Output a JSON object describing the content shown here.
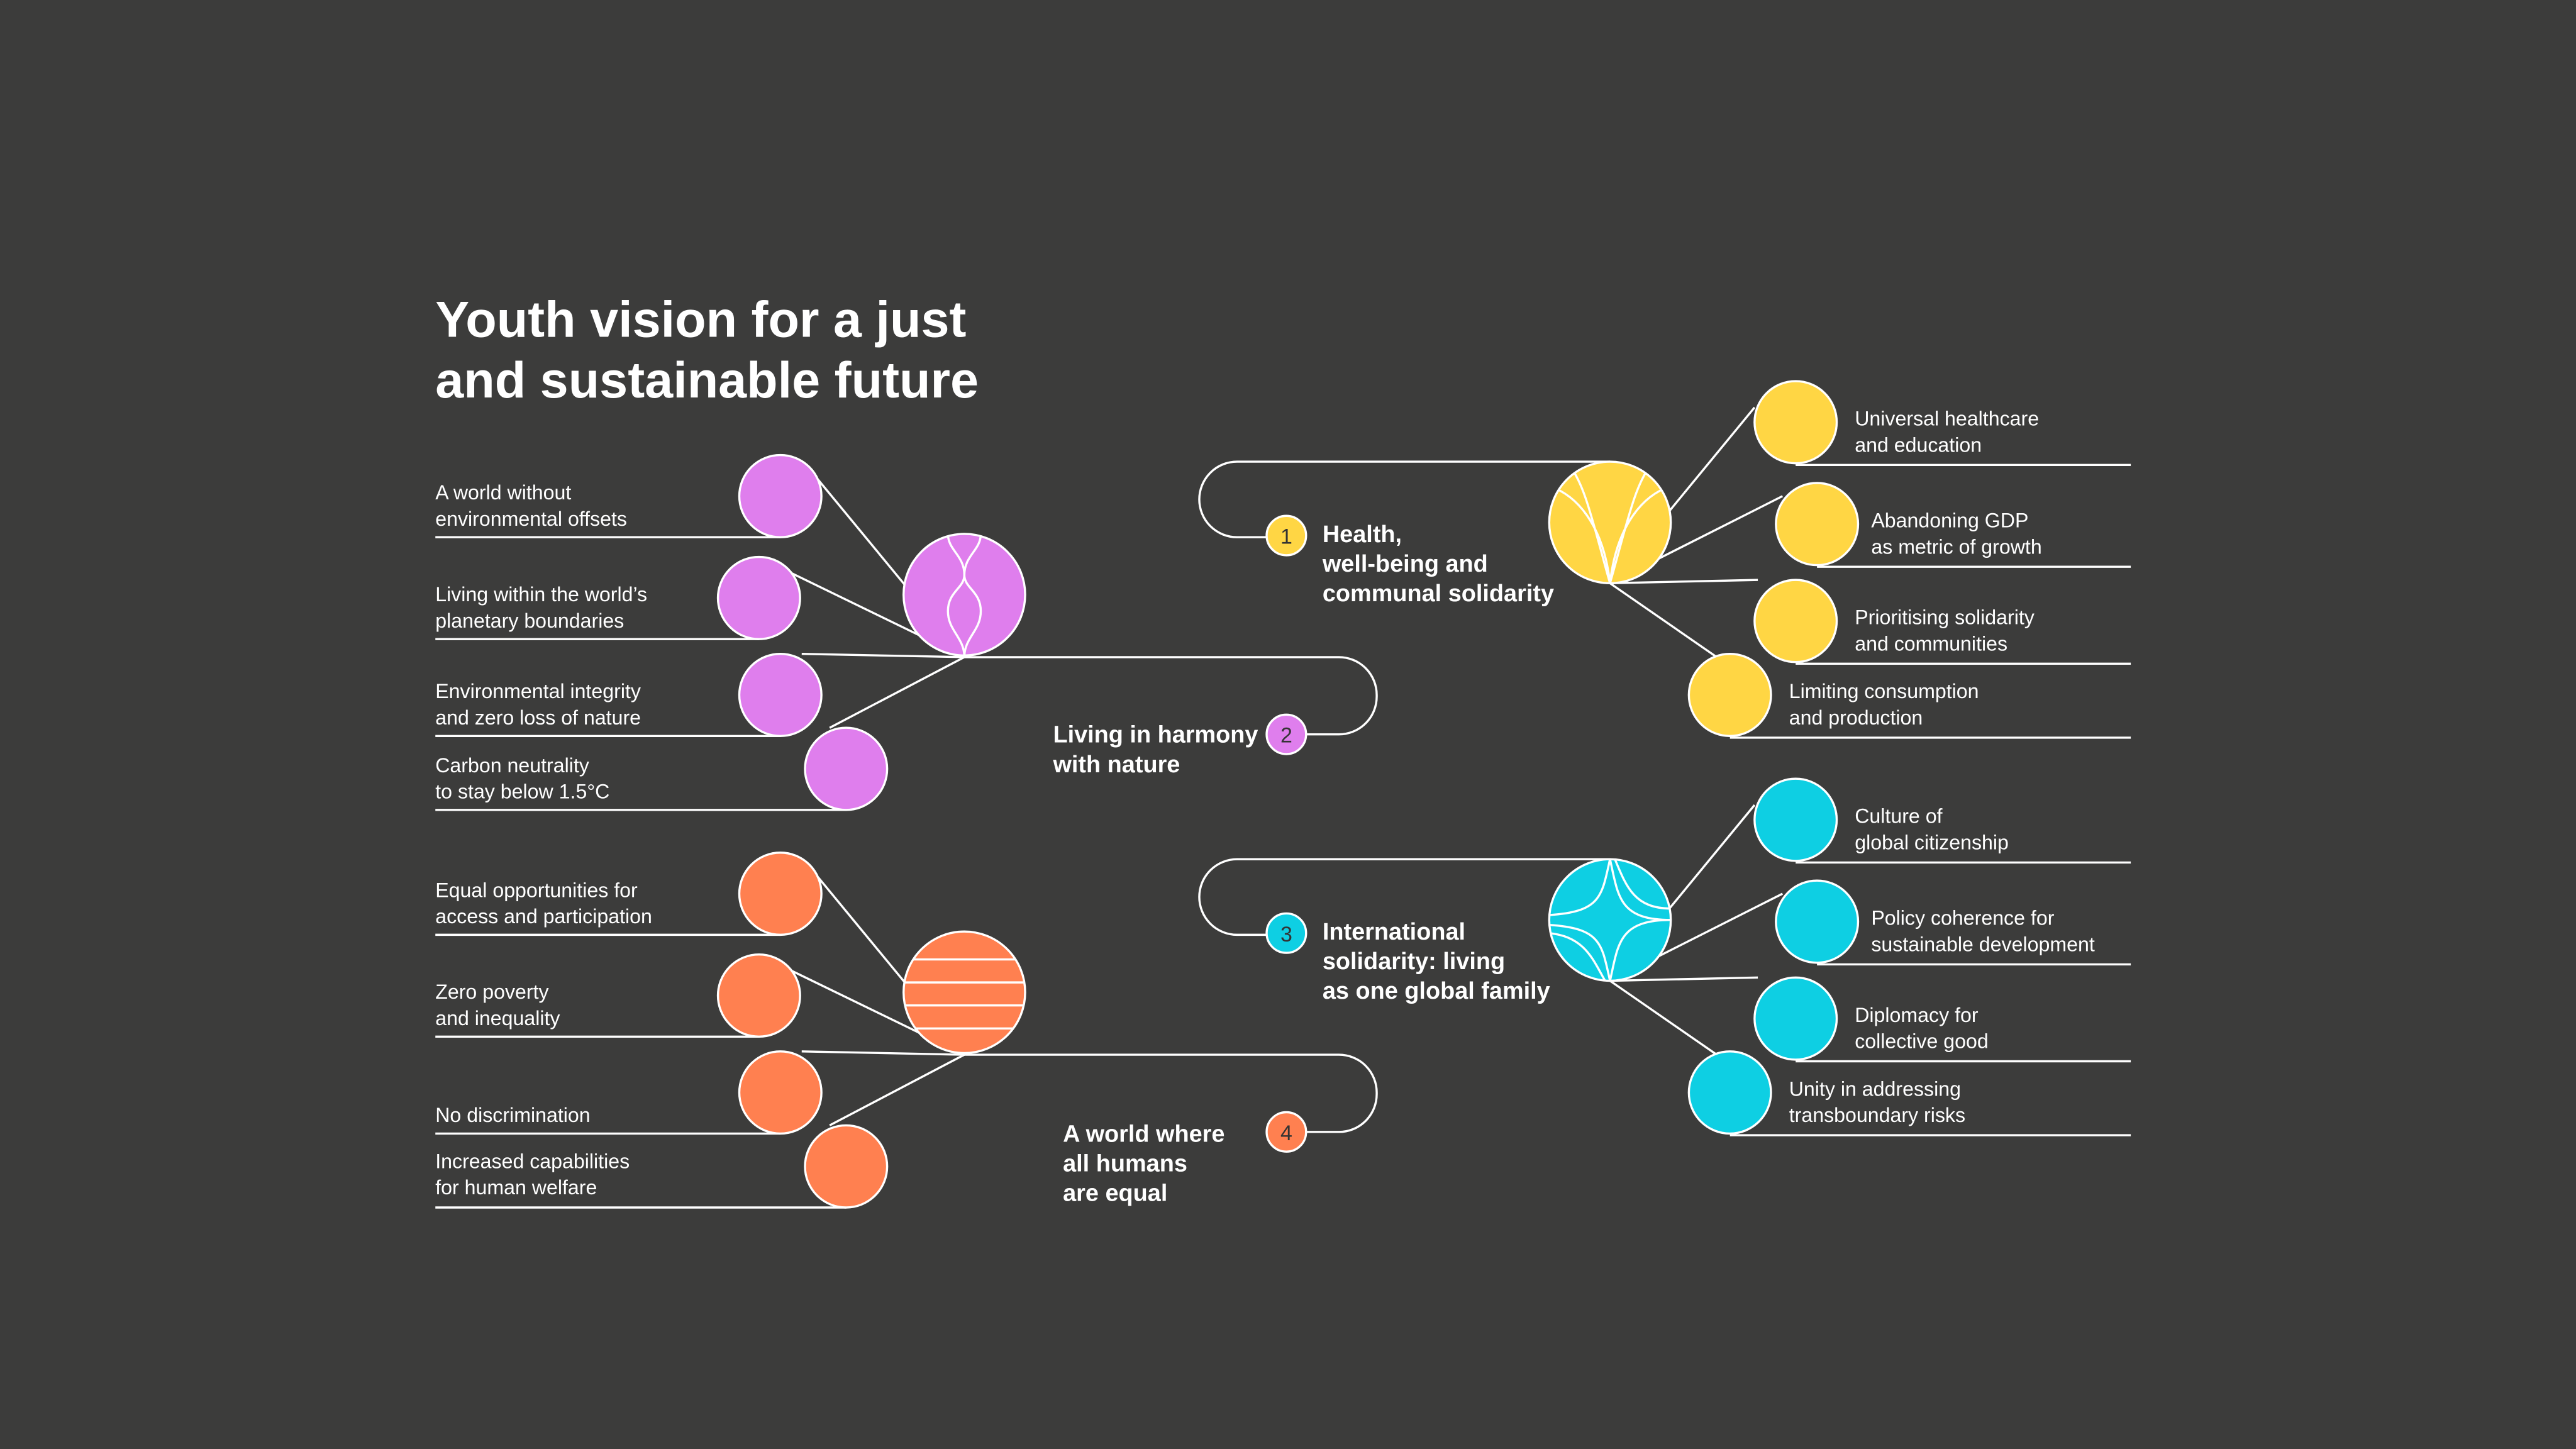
{
  "title": [
    "Youth vision for a just",
    "and sustainable future"
  ],
  "colors": {
    "background": "#3c3c3b",
    "purple": "#df7eed",
    "yellow": "#ffd644",
    "cyan": "#0ecfe3",
    "orange": "#ff8050"
  },
  "themes": [
    {
      "number": "1",
      "title": [
        "Health,",
        "well-being and",
        "communal solidarity"
      ],
      "items": [
        [
          "Universal healthcare",
          "and education"
        ],
        [
          "Abandoning GDP",
          "as metric of growth"
        ],
        [
          "Prioritising solidarity",
          "and communities"
        ],
        [
          "Limiting consumption",
          "and production"
        ]
      ]
    },
    {
      "number": "2",
      "title": [
        "Living in harmony",
        "with nature"
      ],
      "items": [
        [
          "A world without",
          "environmental offsets"
        ],
        [
          "Living within the world’s",
          "planetary boundaries"
        ],
        [
          "Environmental integrity",
          "and zero loss of nature"
        ],
        [
          "Carbon neutrality",
          "to stay below 1.5°C"
        ]
      ]
    },
    {
      "number": "3",
      "title": [
        "International",
        "solidarity: living",
        "as one global family"
      ],
      "items": [
        [
          "Culture of",
          "global citizenship"
        ],
        [
          "Policy coherence for",
          "sustainable development"
        ],
        [
          "Diplomacy for",
          "collective good"
        ],
        [
          "Unity in addressing",
          "transboundary risks"
        ]
      ]
    },
    {
      "number": "4",
      "title": [
        "A world where",
        "all humans",
        "are equal"
      ],
      "items": [
        [
          "Equal opportunities for",
          "access and participation"
        ],
        [
          "Zero poverty",
          "and inequality"
        ],
        [
          "No discrimination",
          ""
        ],
        [
          "Increased capabilities",
          "for human welfare"
        ]
      ]
    }
  ]
}
